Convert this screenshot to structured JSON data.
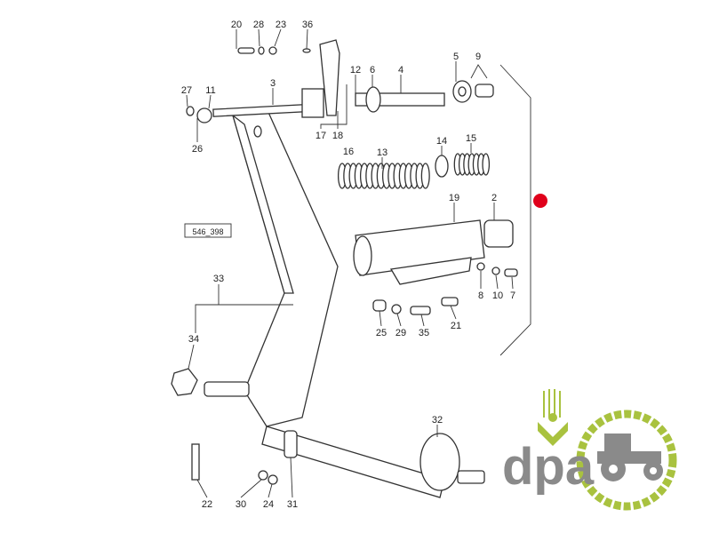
{
  "diagram": {
    "reference_code": "546_398",
    "part_labels": [
      "20",
      "28",
      "23",
      "36",
      "12",
      "6",
      "4",
      "5",
      "9",
      "27",
      "11",
      "3",
      "17",
      "18",
      "16",
      "26",
      "13",
      "14",
      "15",
      "19",
      "2",
      "8",
      "10",
      "7",
      "33",
      "34",
      "25",
      "29",
      "35",
      "21",
      "32",
      "22",
      "30",
      "24",
      "31"
    ],
    "hotspot_color": "#e0001b"
  },
  "logo": {
    "text": "dpa",
    "green": "#a9c23f",
    "gray": "#8a8a8a"
  }
}
